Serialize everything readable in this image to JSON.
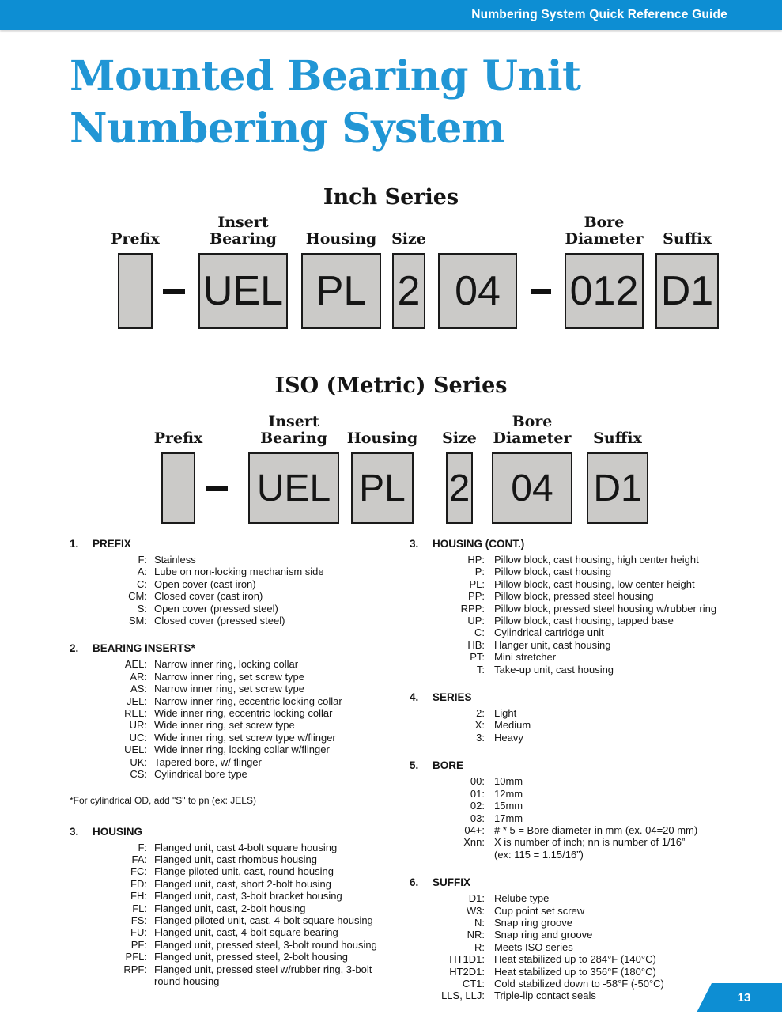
{
  "colors": {
    "header_blue": "#0d8ed3",
    "title_blue": "#2196d5",
    "box_gray": "#cbcac8",
    "box_border": "#1a1a1a"
  },
  "header": {
    "title": "Numbering System Quick Reference Guide"
  },
  "page": {
    "title_line1": "Mounted Bearing Unit",
    "title_line2": "Numbering System",
    "number": "13"
  },
  "inch_series": {
    "heading": "Inch Series",
    "items": [
      {
        "type": "box",
        "label": "Prefix",
        "value": ""
      },
      {
        "type": "dash",
        "label": "",
        "value": ""
      },
      {
        "type": "box",
        "label": "Insert\nBearing",
        "value": "UEL"
      },
      {
        "type": "box",
        "label": "Housing",
        "value": "PL"
      },
      {
        "type": "box",
        "label": "Size",
        "value": "2"
      },
      {
        "type": "box",
        "label": "",
        "value": "04"
      },
      {
        "type": "dash",
        "label": "",
        "value": ""
      },
      {
        "type": "box",
        "label": "Bore\nDiameter",
        "value": "012"
      },
      {
        "type": "box",
        "label": "Suffix",
        "value": "D1"
      }
    ]
  },
  "iso_series": {
    "heading": "ISO (Metric) Series",
    "items": [
      {
        "type": "box",
        "label": "Prefix",
        "value": ""
      },
      {
        "type": "dash",
        "label": "",
        "value": ""
      },
      {
        "type": "box",
        "label": "Insert\nBearing",
        "value": "UEL"
      },
      {
        "type": "box",
        "label": "Housing",
        "value": "PL"
      },
      {
        "type": "box",
        "label": "Size",
        "value": "2"
      },
      {
        "type": "box",
        "label": "Bore\nDiameter",
        "value": "04"
      },
      {
        "type": "box",
        "label": "Suffix",
        "value": "D1"
      }
    ]
  },
  "sections": {
    "prefix": {
      "num": "1.",
      "heading": "PREFIX",
      "items": [
        {
          "code": "F:",
          "desc": "Stainless"
        },
        {
          "code": "A:",
          "desc": "Lube on non-locking mechanism side"
        },
        {
          "code": "C:",
          "desc": "Open cover (cast iron)"
        },
        {
          "code": "CM:",
          "desc": "Closed cover (cast iron)"
        },
        {
          "code": "S:",
          "desc": "Open cover (pressed steel)"
        },
        {
          "code": "SM:",
          "desc": "Closed cover (pressed steel)"
        }
      ]
    },
    "bearing_inserts": {
      "num": "2.",
      "heading": "BEARING INSERTS*",
      "items": [
        {
          "code": "AEL:",
          "desc": "Narrow inner ring, locking collar"
        },
        {
          "code": "AR:",
          "desc": "Narrow inner ring, set screw type"
        },
        {
          "code": "AS:",
          "desc": "Narrow inner ring, set screw type"
        },
        {
          "code": "JEL:",
          "desc": "Narrow inner ring, eccentric locking collar"
        },
        {
          "code": "REL:",
          "desc": "Wide inner ring, eccentric locking collar"
        },
        {
          "code": "UR:",
          "desc": "Wide inner ring, set screw type"
        },
        {
          "code": "UC:",
          "desc": "Wide inner ring, set screw type w/flinger"
        },
        {
          "code": "UEL:",
          "desc": "Wide inner ring, locking collar w/flinger"
        },
        {
          "code": "UK:",
          "desc": "Tapered bore,  w/ flinger"
        },
        {
          "code": "CS:",
          "desc": "Cylindrical bore type"
        }
      ],
      "note": "*For cylindrical OD, add \"S\" to pn (ex: JELS)"
    },
    "housing": {
      "num": "3.",
      "heading": "HOUSING",
      "items": [
        {
          "code": "F:",
          "desc": "Flanged unit, cast 4-bolt square housing"
        },
        {
          "code": "FA:",
          "desc": "Flanged unit, cast rhombus housing"
        },
        {
          "code": "FC:",
          "desc": "Flange piloted unit, cast, round housing"
        },
        {
          "code": "FD:",
          "desc": "Flanged unit, cast, short 2-bolt housing"
        },
        {
          "code": "FH:",
          "desc": "Flanged unit, cast, 3-bolt bracket housing"
        },
        {
          "code": "FL:",
          "desc": "Flanged unit, cast, 2-bolt housing"
        },
        {
          "code": "FS:",
          "desc": "Flanged piloted unit, cast, 4-bolt square housing"
        },
        {
          "code": "FU:",
          "desc": "Flanged unit, cast, 4-bolt square bearing"
        },
        {
          "code": "PF:",
          "desc": "Flanged unit, pressed steel, 3-bolt round housing"
        },
        {
          "code": "PFL:",
          "desc": "Flanged unit, pressed steel, 2-bolt housing"
        },
        {
          "code": "RPF:",
          "desc": "Flanged unit, pressed steel w/rubber ring, 3-bolt\nround housing"
        }
      ]
    },
    "housing_cont": {
      "num": "3.",
      "heading": "HOUSING (CONT.)",
      "items": [
        {
          "code": "HP:",
          "desc": "Pillow block, cast housing, high center height"
        },
        {
          "code": "P:",
          "desc": "Pillow block, cast housing"
        },
        {
          "code": "PL:",
          "desc": "Pillow block, cast housing, low center height"
        },
        {
          "code": "PP:",
          "desc": "Pillow block, pressed steel housing"
        },
        {
          "code": "RPP:",
          "desc": "Pillow block, pressed steel housing w/rubber ring"
        },
        {
          "code": "UP:",
          "desc": "Pillow block, cast housing, tapped base"
        },
        {
          "code": "C:",
          "desc": "Cylindrical cartridge unit"
        },
        {
          "code": "HB:",
          "desc": "Hanger unit, cast housing"
        },
        {
          "code": "PT:",
          "desc": "Mini stretcher"
        },
        {
          "code": "T:",
          "desc": "Take-up unit, cast housing"
        }
      ]
    },
    "series": {
      "num": "4.",
      "heading": "SERIES",
      "items": [
        {
          "code": "2:",
          "desc": "Light"
        },
        {
          "code": "X:",
          "desc": "Medium"
        },
        {
          "code": "3:",
          "desc": "Heavy"
        }
      ]
    },
    "bore": {
      "num": "5.",
      "heading": "BORE",
      "items": [
        {
          "code": "00:",
          "desc": "10mm"
        },
        {
          "code": "01:",
          "desc": "12mm"
        },
        {
          "code": "02:",
          "desc": "15mm"
        },
        {
          "code": "03:",
          "desc": "17mm"
        },
        {
          "code": "04+:",
          "desc": "# * 5 = Bore diameter in mm (ex. 04=20 mm)"
        },
        {
          "code": "Xnn:",
          "desc": "X is number of inch; nn is number of 1/16”\n(ex: 115 = 1.15/16”)"
        }
      ]
    },
    "suffix": {
      "num": "6.",
      "heading": "SUFFIX",
      "items": [
        {
          "code": "D1:",
          "desc": "Relube type"
        },
        {
          "code": "W3:",
          "desc": "Cup point set screw"
        },
        {
          "code": "N:",
          "desc": "Snap ring groove"
        },
        {
          "code": "NR:",
          "desc": "Snap ring and groove"
        },
        {
          "code": "R:",
          "desc": "Meets ISO series"
        },
        {
          "code": "HT1D1:",
          "desc": "Heat stabilized up to 284°F (140°C)"
        },
        {
          "code": "HT2D1:",
          "desc": "Heat stabilized up to 356°F (180°C)"
        },
        {
          "code": "CT1:",
          "desc": "Cold stabilized down to -58°F (-50°C)"
        },
        {
          "code": "LLS, LLJ:",
          "desc": "Triple-lip contact seals"
        }
      ]
    }
  }
}
